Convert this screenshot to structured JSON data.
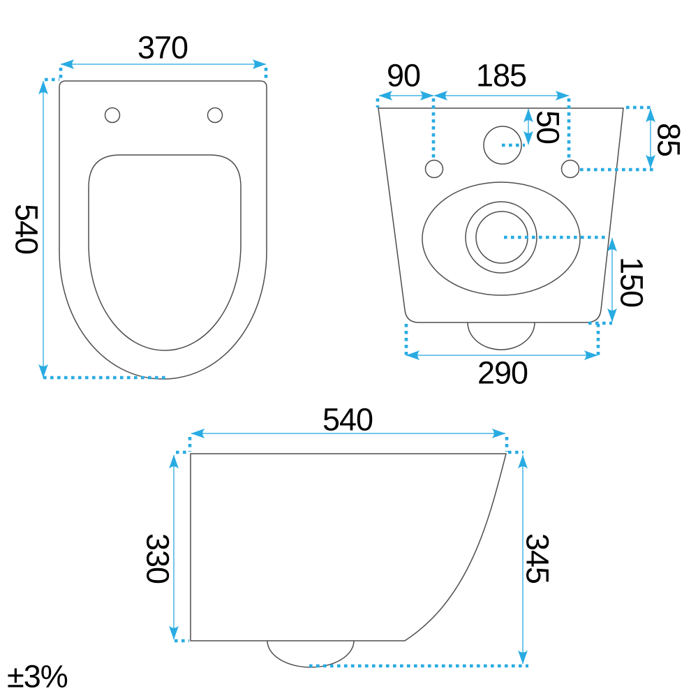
{
  "colors": {
    "accent": "#29abe2",
    "accent_light": "#45b6e5",
    "drawing_line": "#4d4d4d",
    "text": "#000000",
    "background": "#ffffff"
  },
  "views": {
    "top": {
      "dims": {
        "width": "370",
        "length": "540"
      }
    },
    "rear": {
      "dims": {
        "hole_offset": "90",
        "hole_spacing": "185",
        "inlet_offset": "50",
        "holes_drop": "85",
        "outlet_drop": "150",
        "base_width": "290"
      }
    },
    "side": {
      "dims": {
        "depth": "540",
        "front_height": "330",
        "overall_height": "345"
      }
    }
  },
  "tolerance": "±3%"
}
